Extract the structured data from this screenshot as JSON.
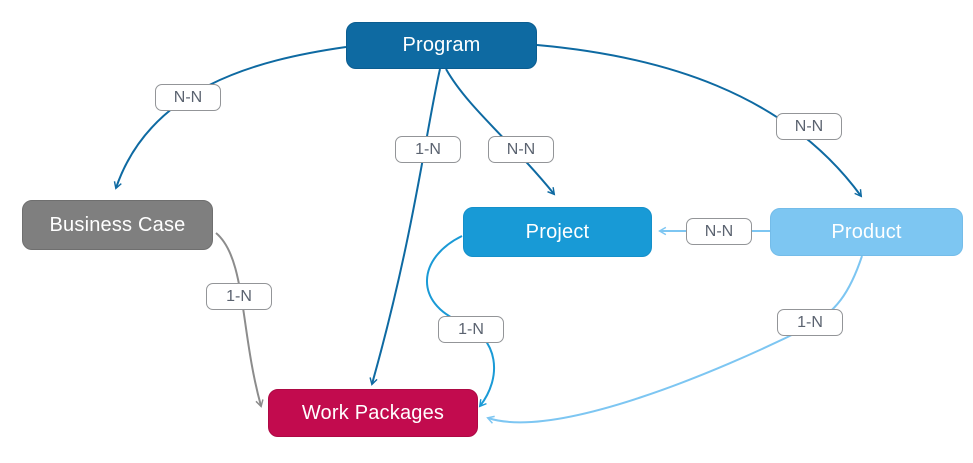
{
  "diagram": {
    "nodes": [
      {
        "id": "program",
        "label": "Program",
        "color": "#0e6aa2"
      },
      {
        "id": "business-case",
        "label": "Business Case",
        "color": "#7f7f7f"
      },
      {
        "id": "project",
        "label": "Project",
        "color": "#189ad6"
      },
      {
        "id": "product",
        "label": "Product",
        "color": "#7dc6f2"
      },
      {
        "id": "work-packages",
        "label": "Work Packages",
        "color": "#c20b4e"
      }
    ],
    "edges": [
      {
        "from": "Program",
        "to": "Business Case",
        "label": "N-N",
        "color": "#0e6aa2"
      },
      {
        "from": "Program",
        "to": "Work Packages",
        "label": "1-N",
        "color": "#0e6aa2"
      },
      {
        "from": "Program",
        "to": "Project",
        "label": "N-N",
        "color": "#0e6aa2"
      },
      {
        "from": "Program",
        "to": "Product",
        "label": "N-N",
        "color": "#0e6aa2"
      },
      {
        "from": "Product",
        "to": "Project",
        "label": "N-N",
        "color": "#7dc6f2"
      },
      {
        "from": "Business Case",
        "to": "Work Packages",
        "label": "1-N",
        "color": "#8c8c8c"
      },
      {
        "from": "Project",
        "to": "Work Packages",
        "label": "1-N",
        "color": "#1a9ad6"
      },
      {
        "from": "Product",
        "to": "Work Packages",
        "label": "1-N",
        "color": "#7dc6f2"
      }
    ],
    "label_style": {
      "text_color": "#5b6370",
      "border_color": "#939598",
      "background": "#ffffff"
    }
  }
}
